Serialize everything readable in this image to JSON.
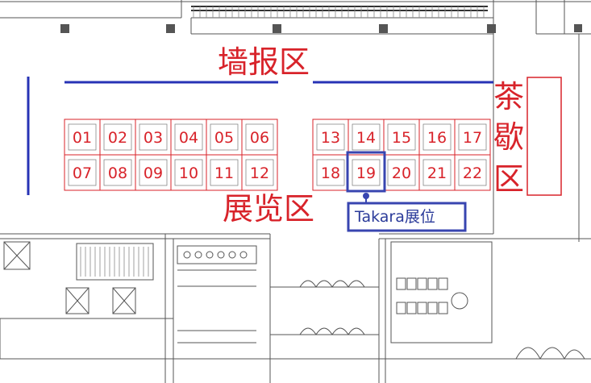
{
  "zones": {
    "wall_poster": "墙报区",
    "exhibition": "展览区",
    "tea_break": [
      "茶",
      "歇",
      "区"
    ]
  },
  "callout": {
    "label": "Takara展位",
    "highlight_booth": "19"
  },
  "booths": {
    "left_top": [
      "01",
      "02",
      "03",
      "04",
      "05",
      "06"
    ],
    "left_bottom": [
      "07",
      "08",
      "09",
      "10",
      "11",
      "12"
    ],
    "right_top": [
      "13",
      "14",
      "15",
      "16",
      "17"
    ],
    "right_bottom": [
      "18",
      "19",
      "20",
      "21",
      "22"
    ]
  },
  "colors": {
    "booth_red": "#d8232a",
    "wall_blue": "#2733b5",
    "callout_blue": "#3845b0"
  }
}
